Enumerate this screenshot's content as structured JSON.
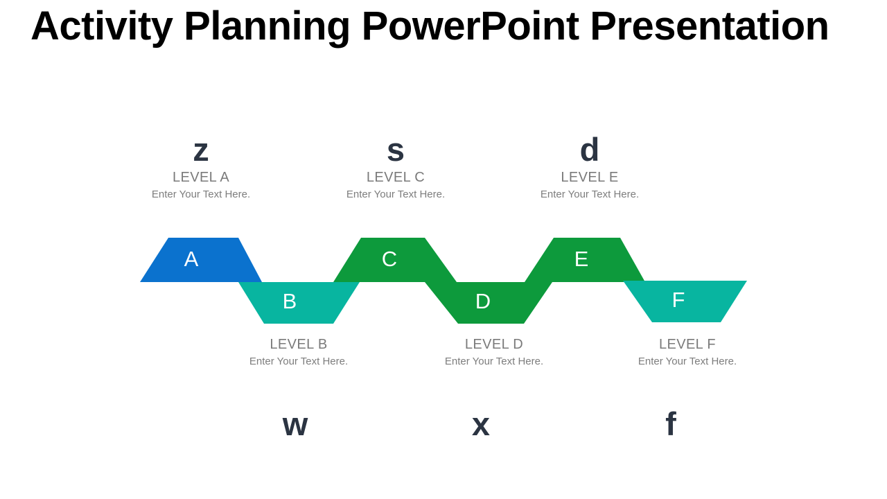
{
  "slide": {
    "title": "Activity Planning PowerPoint Presentation",
    "background_color": "#ffffff"
  },
  "palette": {
    "blue": "#0b72ce",
    "teal": "#08b5a0",
    "green": "#0d9a3c",
    "navy_text": "#2b3442",
    "gray_text": "#7a7a7a",
    "white": "#ffffff",
    "title_color": "#000000"
  },
  "chart_data": {
    "type": "diagram",
    "subtype": "zigzag-chevron-process",
    "title": "Activity Planning PowerPoint Presentation",
    "orientation": "horizontal",
    "step_count": 6,
    "steps": [
      {
        "id": "A",
        "shape_letter": "A",
        "color": "#0b72ce",
        "position": "up",
        "label_side": "top",
        "big_letter": "z",
        "level": "LEVEL A",
        "description": "Enter Your Text Here."
      },
      {
        "id": "B",
        "shape_letter": "B",
        "color": "#08b5a0",
        "position": "down",
        "label_side": "bottom",
        "big_letter": "w",
        "level": "LEVEL B",
        "description": "Enter Your Text Here."
      },
      {
        "id": "C",
        "shape_letter": "C",
        "color": "#0d9a3c",
        "position": "up",
        "label_side": "top",
        "big_letter": "s",
        "level": "LEVEL C",
        "description": "Enter Your Text Here."
      },
      {
        "id": "D",
        "shape_letter": "D",
        "color": "#0d9a3c",
        "position": "down",
        "label_side": "bottom",
        "big_letter": "x",
        "level": "LEVEL D",
        "description": "Enter Your Text Here."
      },
      {
        "id": "E",
        "shape_letter": "E",
        "color": "#0d9a3c",
        "position": "up",
        "label_side": "top",
        "big_letter": "d",
        "level": "LEVEL E",
        "description": "Enter Your Text Here."
      },
      {
        "id": "F",
        "shape_letter": "F",
        "color": "#08b5a0",
        "position": "down",
        "label_side": "bottom",
        "big_letter": "f",
        "level": "LEVEL F",
        "description": "Enter Your Text Here."
      }
    ]
  }
}
